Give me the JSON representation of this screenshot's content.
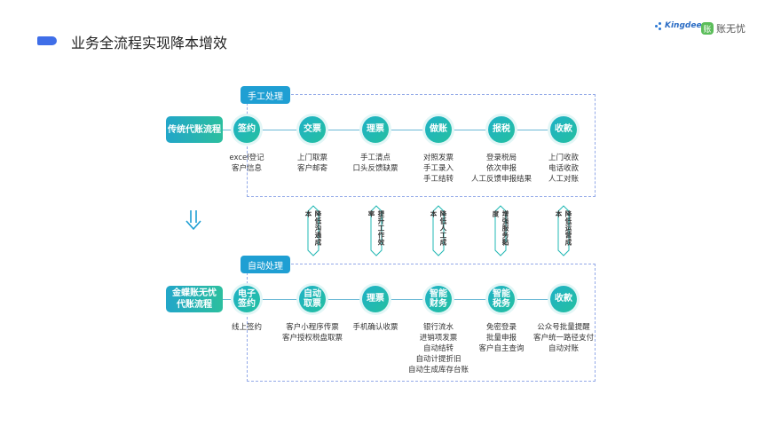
{
  "title": "业务全流程实现降本增效",
  "brands": {
    "kingdee": "Kingdee",
    "zhangwuyou": "账无忧",
    "zhangwuyou_logo_char": "账"
  },
  "colors": {
    "accent_blue": "#3f6ee8",
    "tag_blue": "#1f9fd3",
    "teal": "#22b8b4",
    "dashed_border": "#93a9e8"
  },
  "traditional": {
    "tag": "手工处理",
    "label": "传统代账流程",
    "steps": [
      {
        "name": "签约",
        "details": [
          "excel登记",
          "客户信息"
        ]
      },
      {
        "name": "交票",
        "details": [
          "上门取票",
          "客户邮寄"
        ]
      },
      {
        "name": "理票",
        "details": [
          "手工清点",
          "口头反馈缺票"
        ]
      },
      {
        "name": "做账",
        "details": [
          "对照发票",
          "手工录入",
          "手工结转"
        ]
      },
      {
        "name": "报税",
        "details": [
          "登录税局",
          "依次申报",
          "人工反馈申报结果"
        ]
      },
      {
        "name": "收款",
        "details": [
          "上门收款",
          "电话收款",
          "人工对账"
        ]
      }
    ]
  },
  "transition_arrow_icon": "double-down-arrow-icon",
  "benefits": [
    "降低沟通成本",
    "提升工作效率",
    "降低人工成本",
    "增强服务黏度",
    "降低运营成本"
  ],
  "automated": {
    "tag": "自动处理",
    "label_lines": [
      "金蝶账无忧",
      "代账流程"
    ],
    "steps": [
      {
        "name_lines": [
          "电子",
          "签约"
        ],
        "details": [
          "线上签约"
        ]
      },
      {
        "name_lines": [
          "自动",
          "取票"
        ],
        "details": [
          "客户小程序传票",
          "客户授权税盘取票"
        ]
      },
      {
        "name_lines": [
          "理票"
        ],
        "details": [
          "手机确认收票"
        ]
      },
      {
        "name_lines": [
          "智能",
          "财务"
        ],
        "details": [
          "银行流水",
          "进销项发票",
          "自动结转",
          "自动计提折旧",
          "自动生成库存台账"
        ]
      },
      {
        "name_lines": [
          "智能",
          "税务"
        ],
        "details": [
          "免密登录",
          "批量申报",
          "客户自主查询"
        ]
      },
      {
        "name_lines": [
          "收款"
        ],
        "details": [
          "公众号批量提醒",
          "客户统一路径支付",
          "自动对账"
        ]
      }
    ]
  }
}
